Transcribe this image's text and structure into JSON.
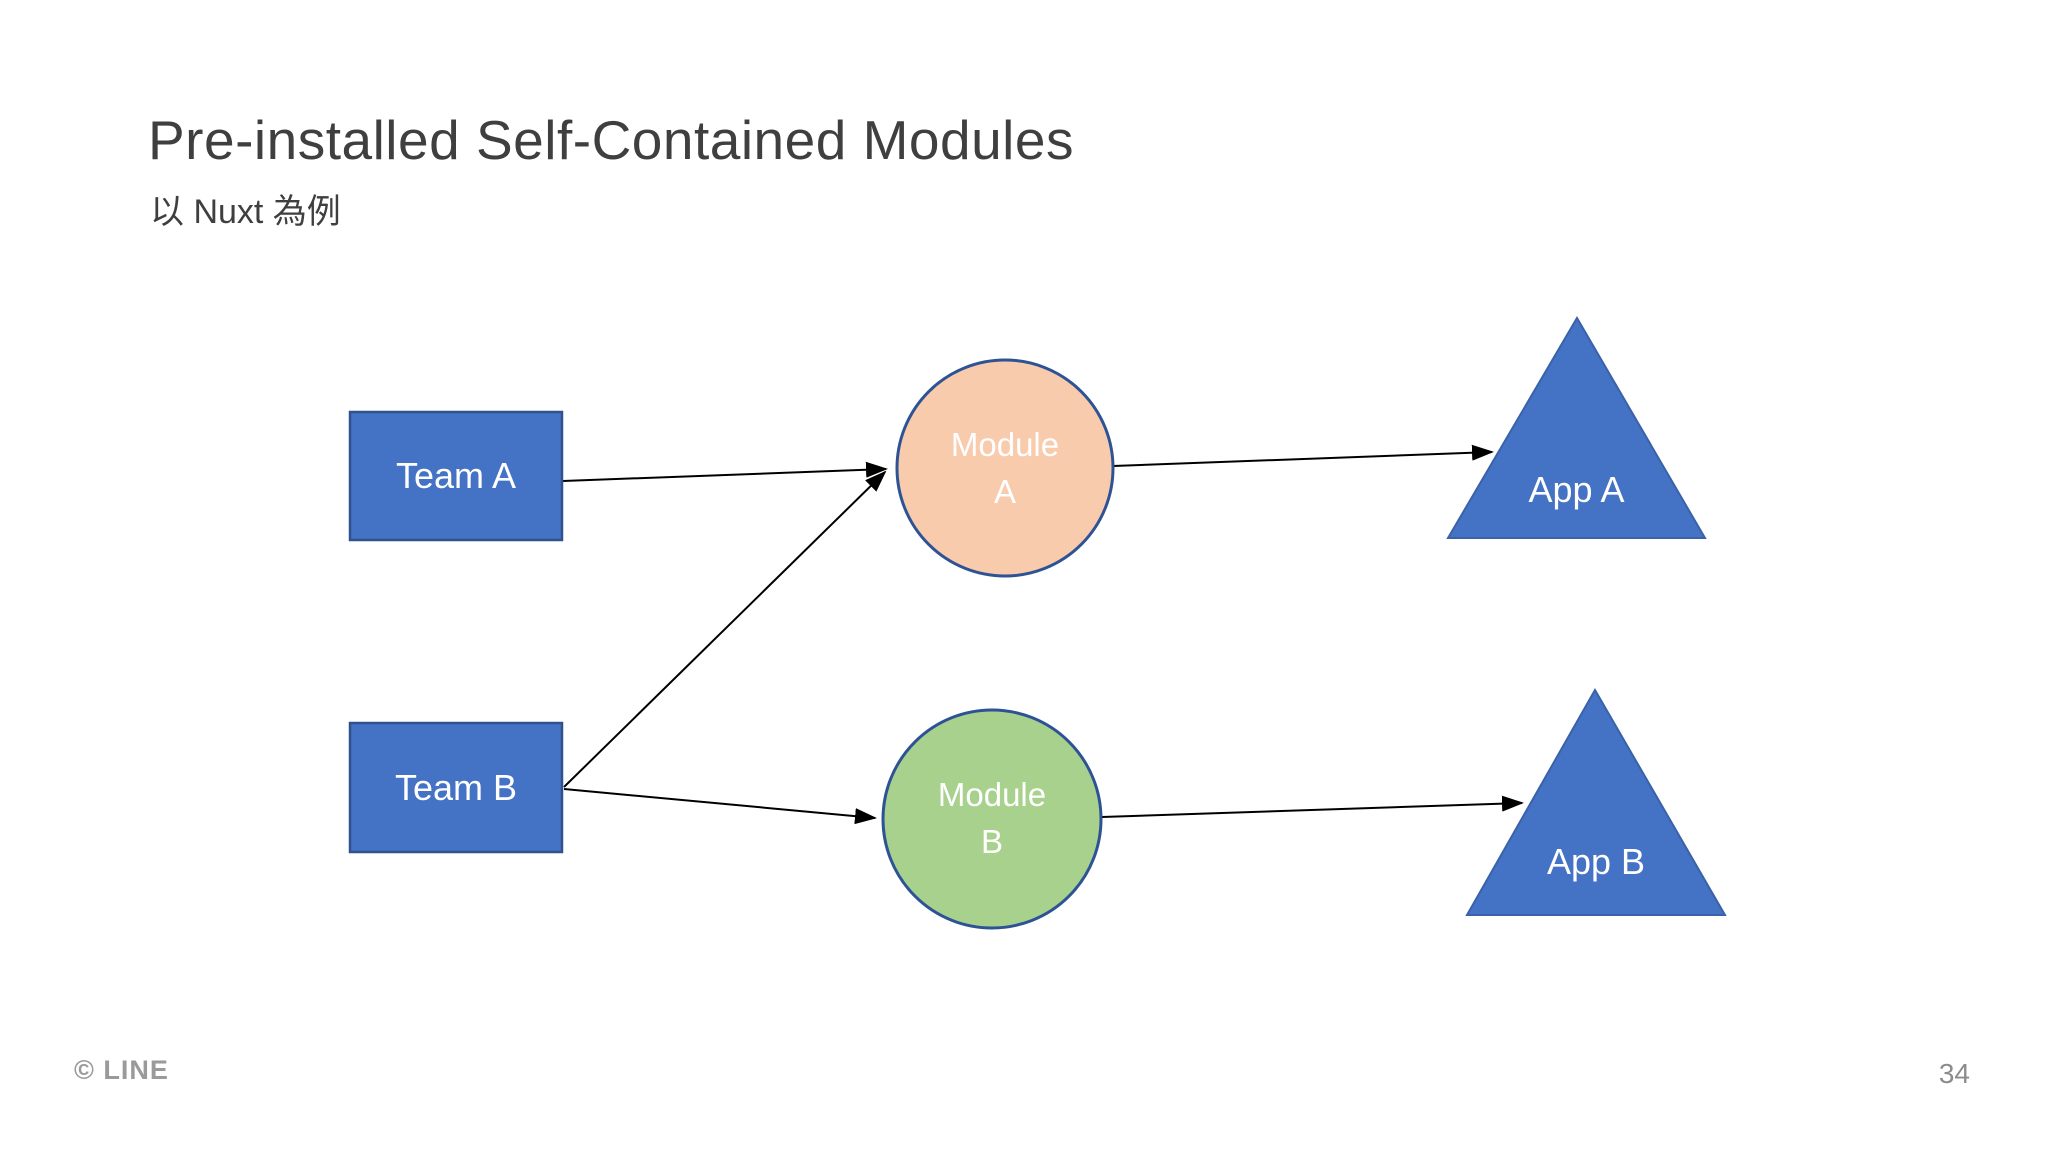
{
  "slide": {
    "title": "Pre-installed Self-Contained Modules",
    "subtitle": "以 Nuxt 為例",
    "footer_logo": "© LINE",
    "page_number": "34",
    "background_color": "#FFFFFF",
    "title_color": "#3F3F3F",
    "footer_color": "#9A9A9A"
  },
  "diagram": {
    "edge_color": "#000000",
    "nodes": [
      {
        "id": "team-a",
        "shape": "rectangle",
        "label": "Team A",
        "fill": "#4472C4",
        "border": "#2F528F",
        "text_color": "#FFFFFF"
      },
      {
        "id": "team-b",
        "shape": "rectangle",
        "label": "Team B",
        "fill": "#4472C4",
        "border": "#2F528F",
        "text_color": "#FFFFFF"
      },
      {
        "id": "module-a",
        "shape": "circle",
        "label": "Module A",
        "lines": [
          "Module",
          "A"
        ],
        "fill": "#F8CBAD",
        "border": "#2E5395",
        "text_color": "#FFFFFF"
      },
      {
        "id": "module-b",
        "shape": "circle",
        "label": "Module B",
        "lines": [
          "Module",
          "B"
        ],
        "fill": "#A9D18E",
        "border": "#2E5395",
        "text_color": "#FFFFFF"
      },
      {
        "id": "app-a",
        "shape": "triangle",
        "label": "App A",
        "fill": "#4472C4",
        "border": "#3A62A8",
        "text_color": "#FFFFFF"
      },
      {
        "id": "app-b",
        "shape": "triangle",
        "label": "App B",
        "fill": "#4472C4",
        "border": "#3A62A8",
        "text_color": "#FFFFFF"
      }
    ],
    "edges": [
      {
        "from": "team-a",
        "to": "module-a"
      },
      {
        "from": "team-b",
        "to": "module-a"
      },
      {
        "from": "team-b",
        "to": "module-b"
      },
      {
        "from": "module-a",
        "to": "app-a"
      },
      {
        "from": "module-b",
        "to": "app-b"
      }
    ]
  }
}
